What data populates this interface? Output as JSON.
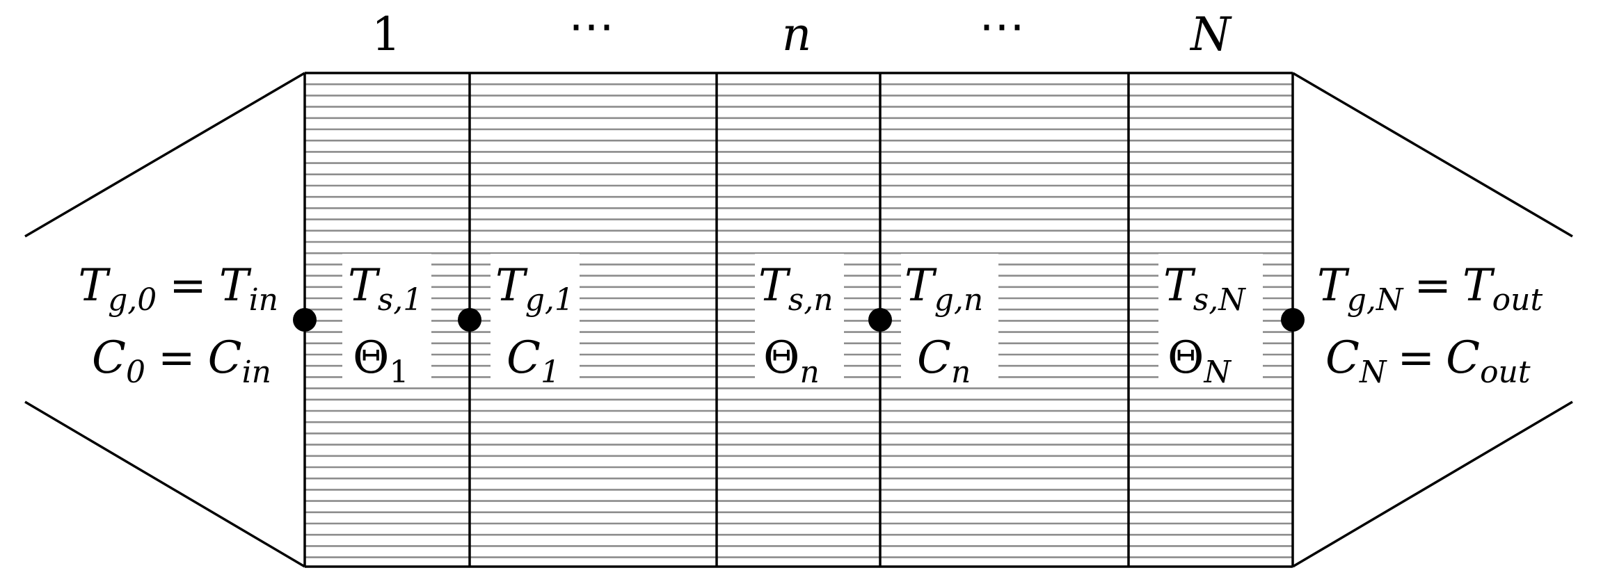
{
  "header_labels": {
    "first": "1",
    "dots_left": "⋯",
    "middle": "n",
    "dots_right": "⋯",
    "last": "N"
  },
  "inlet": {
    "temperature_lhs": {
      "main": "T",
      "sub": "g,0"
    },
    "temperature_rhs": {
      "main": "T",
      "sub": "in"
    },
    "concentration_lhs": {
      "main": "C",
      "sub": "0"
    },
    "concentration_rhs": {
      "main": "C",
      "sub": "in"
    },
    "equals": "="
  },
  "segments": [
    {
      "solid_temperature": {
        "main": "T",
        "sub": "s,1"
      },
      "coverage": {
        "main": "Θ",
        "sub": "1"
      },
      "gas_temperature": {
        "main": "T",
        "sub": "g,1"
      },
      "concentration": {
        "main": "C",
        "sub": "1"
      }
    },
    {
      "solid_temperature": {
        "main": "T",
        "sub": "s,n"
      },
      "coverage": {
        "main": "Θ",
        "sub": "n"
      },
      "gas_temperature": {
        "main": "T",
        "sub": "g,n"
      },
      "concentration": {
        "main": "C",
        "sub": "n"
      }
    },
    {
      "solid_temperature": {
        "main": "T",
        "sub": "s,N"
      },
      "coverage": {
        "main": "Θ",
        "sub": "N"
      }
    }
  ],
  "outlet": {
    "temperature_lhs": {
      "main": "T",
      "sub": "g,N"
    },
    "temperature_rhs": {
      "main": "T",
      "sub": "out"
    },
    "concentration_lhs": {
      "main": "C",
      "sub": "N"
    },
    "concentration_rhs": {
      "main": "C",
      "sub": "out"
    },
    "equals": "="
  },
  "colors": {
    "line": "#000000",
    "hatch": "#8c8c8c",
    "node": "#000000",
    "background": "#ffffff"
  }
}
